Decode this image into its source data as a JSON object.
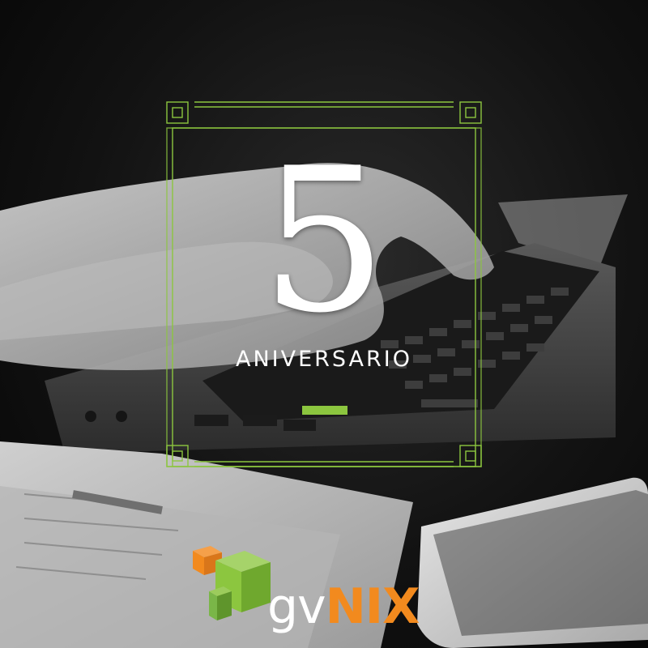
{
  "number": "5",
  "subtitle": "ANIVERSARIO",
  "logo": {
    "prefix": "gv",
    "suffix": "NIX"
  },
  "colors": {
    "frame_green": "#8cc63f",
    "logo_orange": "#f28a1e",
    "logo_green": "#7ab648",
    "text": "#ffffff"
  }
}
